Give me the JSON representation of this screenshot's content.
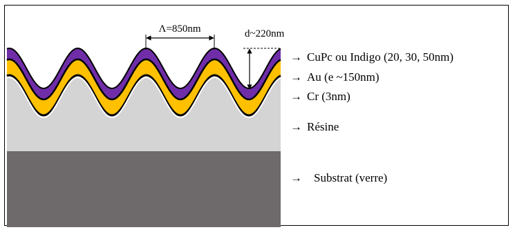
{
  "annotations": {
    "period": "Λ=850nm",
    "depth": "d~220nm"
  },
  "layers": [
    {
      "arrow": "→",
      "label": "CuPc ou Indigo (20, 30, 50nm)",
      "color": "#6f2da8"
    },
    {
      "arrow": "→",
      "label": "Au (e ~150nm)",
      "color": "#ffc000"
    },
    {
      "arrow": "→",
      "label": "Cr (3nm)",
      "color": "#000000"
    },
    {
      "arrow": "→",
      "label": "Résine",
      "color": "#d4d4d4"
    },
    {
      "arrow": "→",
      "label": "Substrat (verre)",
      "color": "#6e6a6b"
    }
  ]
}
